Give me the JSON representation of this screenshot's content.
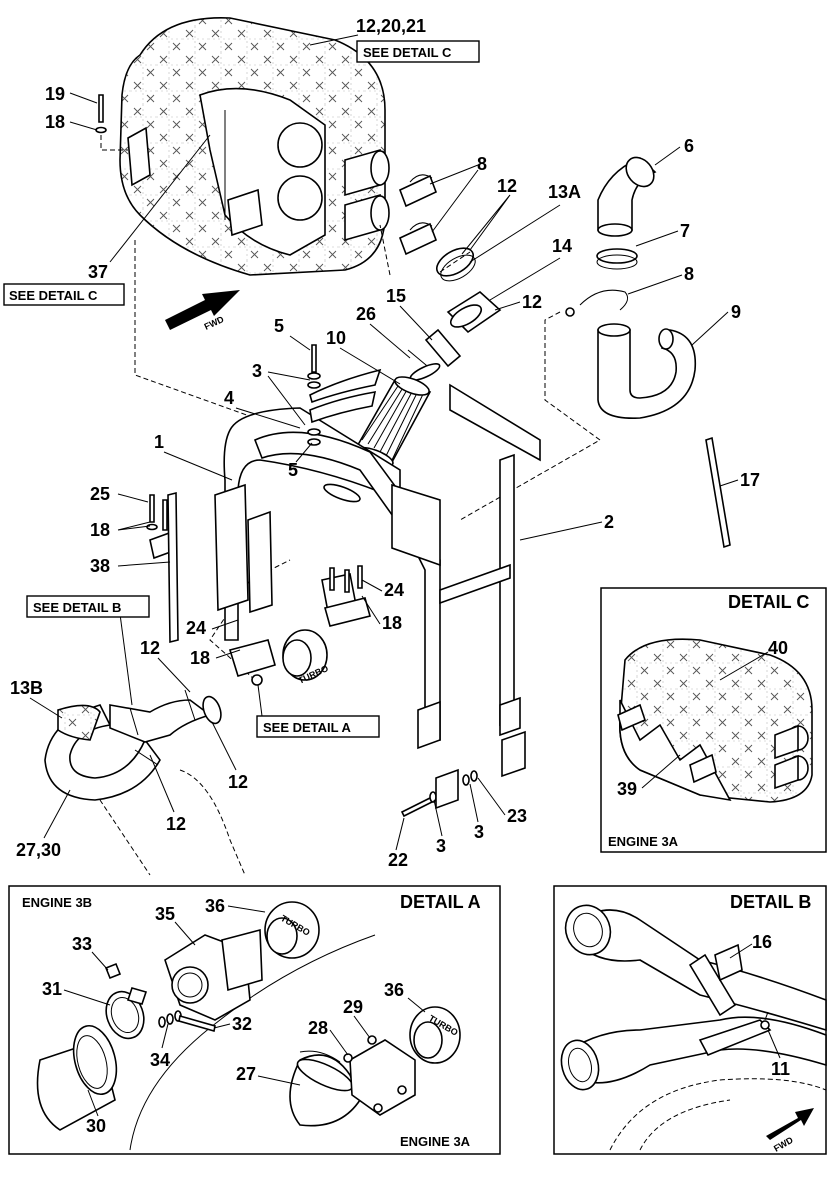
{
  "callouts": {
    "c_12_20_21": "12,20,21",
    "c19": "19",
    "c18a": "18",
    "c37": "37",
    "c6": "6",
    "c7": "7",
    "c8a": "8",
    "c8b": "8",
    "c9": "9",
    "c12a": "12",
    "c12b": "12",
    "c13A": "13A",
    "c14": "14",
    "c15": "15",
    "c26": "26",
    "c10": "10",
    "c5a": "5",
    "c3a": "3",
    "c4": "4",
    "c5b": "5",
    "c1": "1",
    "c2": "2",
    "c17": "17",
    "c25": "25",
    "c18b": "18",
    "c38": "38",
    "c24a": "24",
    "c18c": "18",
    "c24b": "24",
    "c18d": "18",
    "c12c": "12",
    "c13B": "13B",
    "c12d": "12",
    "c12e": "12",
    "c27_30": "27,30",
    "c22": "22",
    "c3b": "3",
    "c3c": "3",
    "c23": "23",
    "c40": "40",
    "c39": "39",
    "c33": "33",
    "c35": "35",
    "c36a": "36",
    "c31": "31",
    "c32": "32",
    "c34": "34",
    "c30": "30",
    "c28": "28",
    "c29": "29",
    "c36b": "36",
    "c27": "27",
    "c16": "16",
    "c11": "11"
  },
  "boxes": {
    "see_detail_c_top": "SEE DETAIL C",
    "see_detail_c_left": "SEE DETAIL C",
    "see_detail_b": "SEE DETAIL B",
    "see_detail_a": "SEE DETAIL A"
  },
  "labels": {
    "fwd_main": "FWD",
    "fwd_detail_b": "FWD",
    "turbo_main": "TURBO",
    "turbo_a1": "TURBO",
    "turbo_a2": "TURBO"
  },
  "panels": {
    "detail_c": {
      "title": "DETAIL C",
      "engine": "ENGINE 3A"
    },
    "detail_a": {
      "title": "DETAIL A",
      "engine_left": "ENGINE 3B",
      "engine_right": "ENGINE 3A"
    },
    "detail_b": {
      "title": "DETAIL B"
    }
  }
}
